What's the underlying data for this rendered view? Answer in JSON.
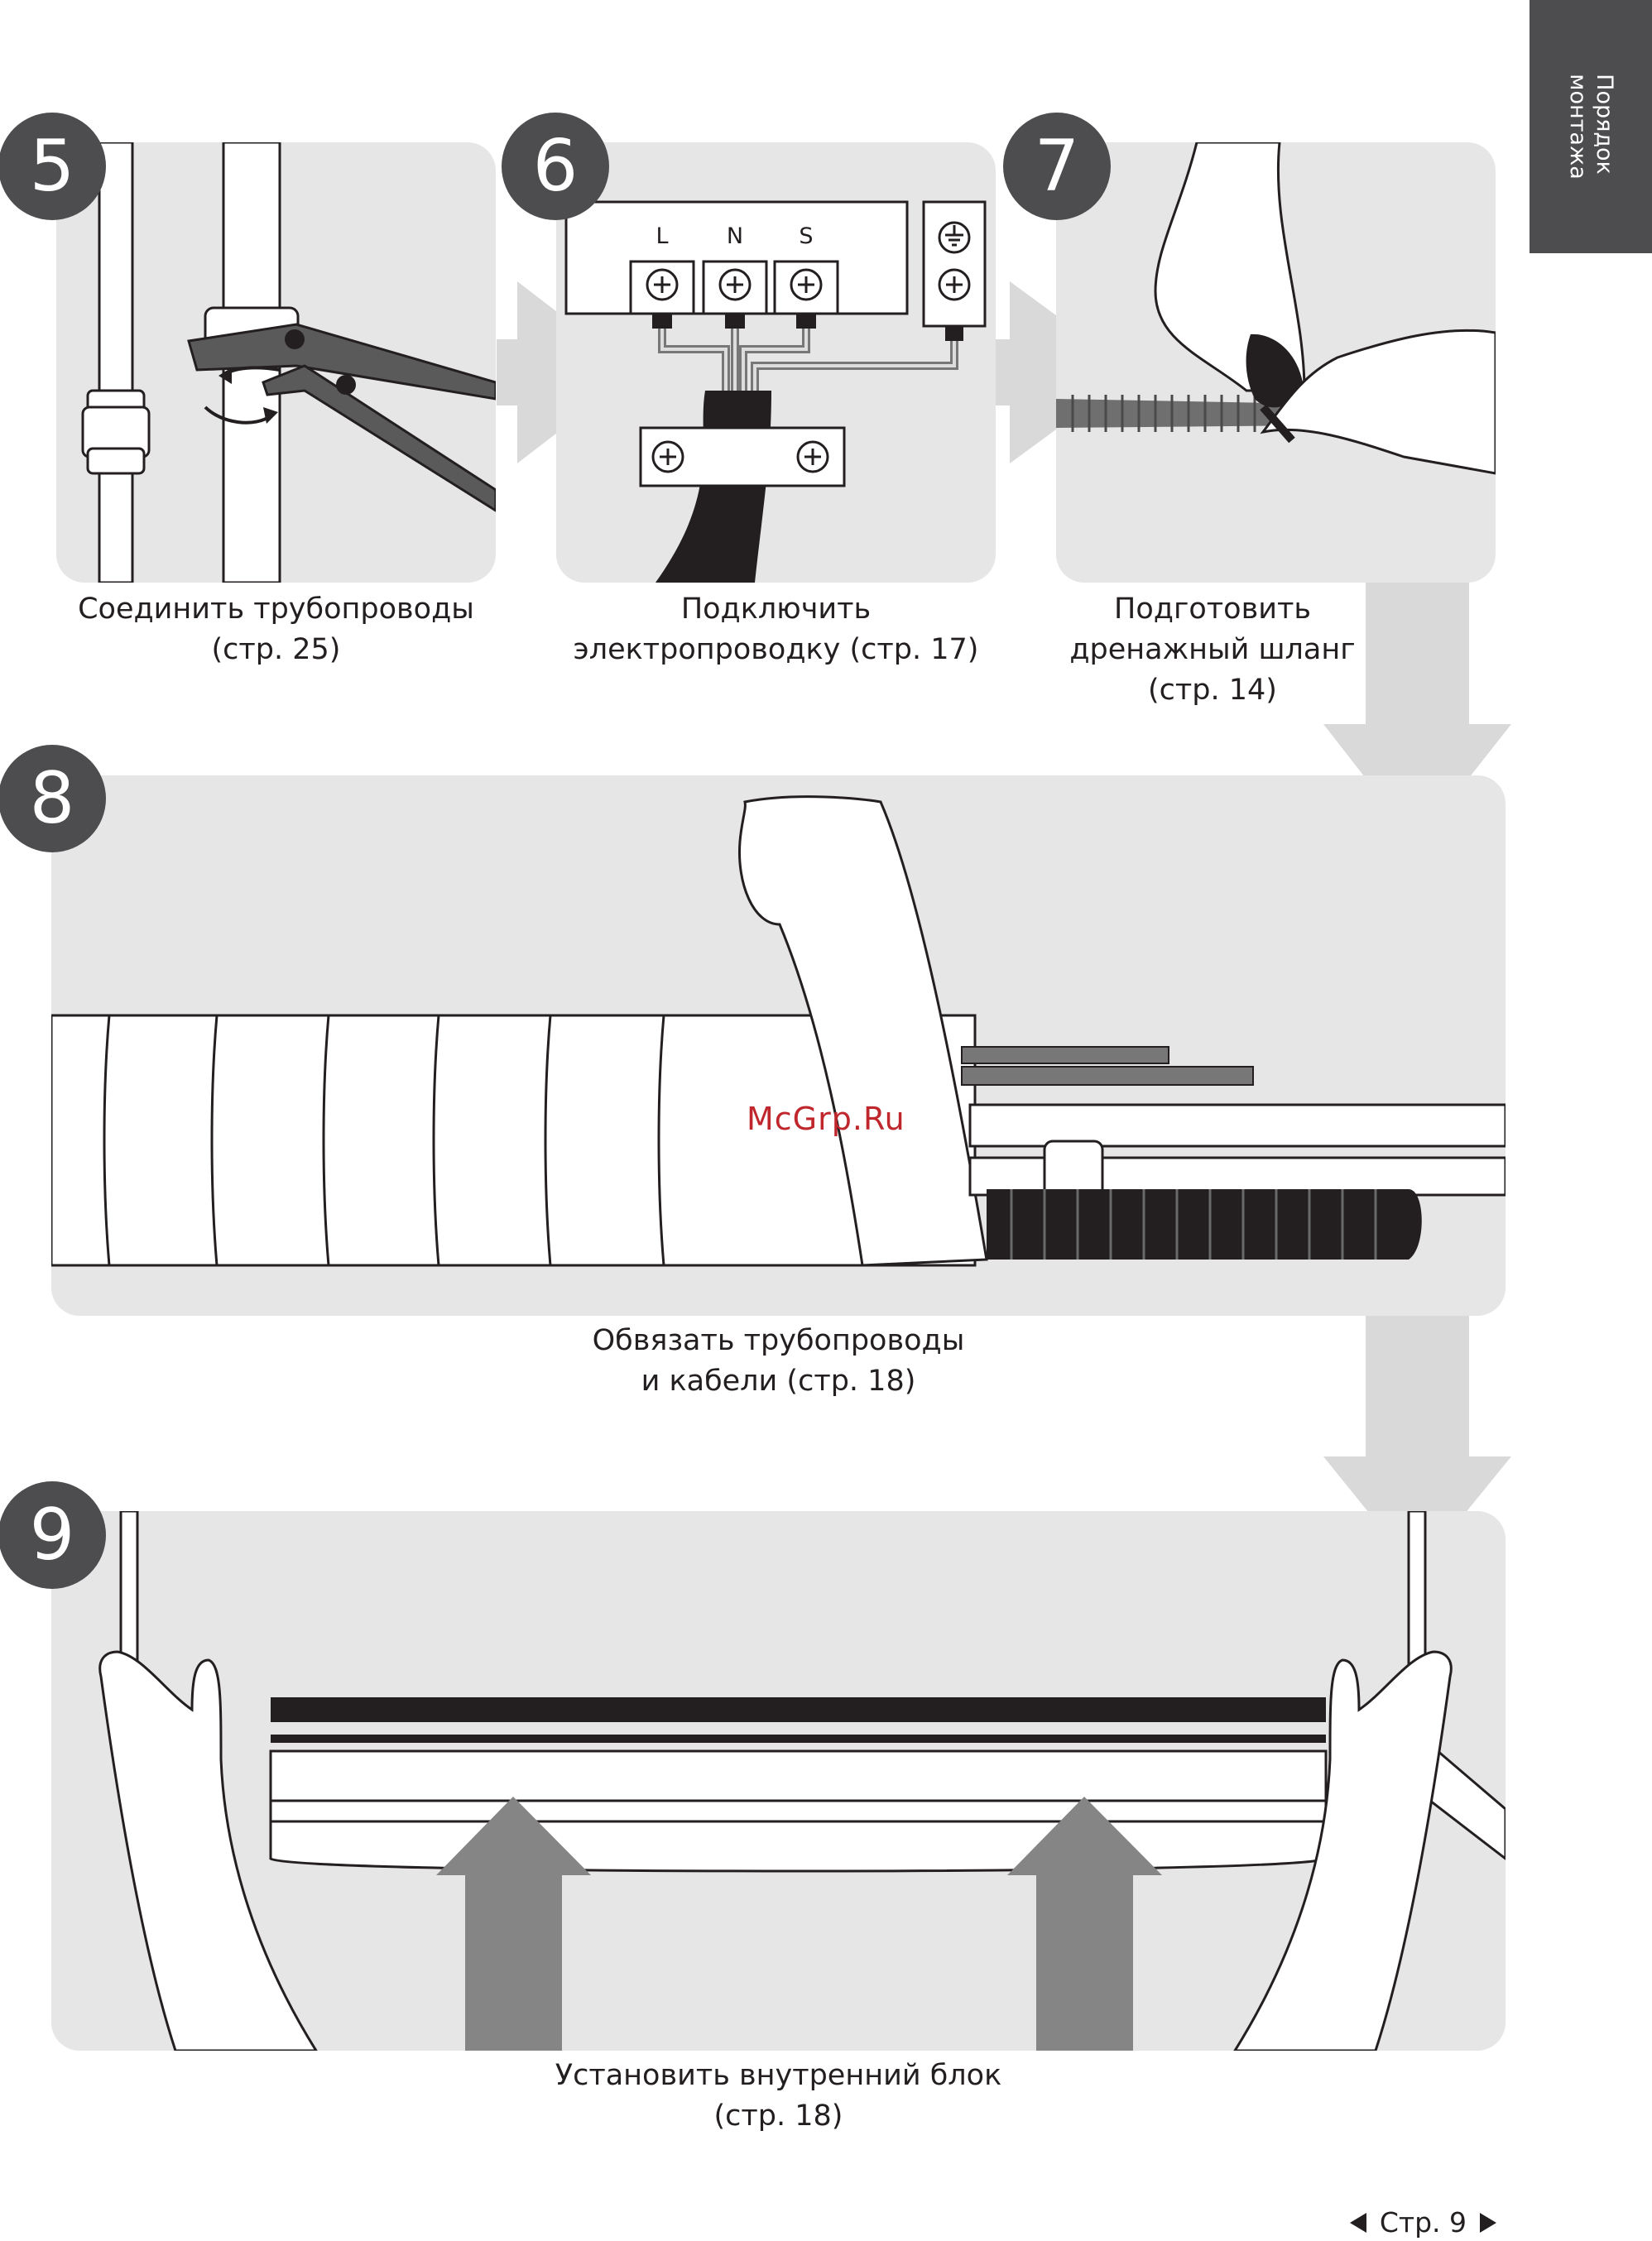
{
  "side_tab": {
    "line1": "Порядок",
    "line2": "монтажа"
  },
  "steps": [
    {
      "number": "5",
      "caption": [
        "Соединить трубопроводы",
        "(стр. 25)"
      ]
    },
    {
      "number": "6",
      "caption": [
        "Подключить",
        "электропроводку (стр. 17)"
      ]
    },
    {
      "number": "7",
      "caption": [
        "Подготовить",
        "дренажный шланг",
        "(стр. 14)"
      ]
    },
    {
      "number": "8",
      "caption": [
        "Обвязать трубопроводы",
        "и кабели (стр. 18)"
      ]
    },
    {
      "number": "9",
      "caption": [
        "Установить внутренний блок",
        "(стр. 18)"
      ]
    }
  ],
  "terminal_labels": {
    "l": "L",
    "n": "N",
    "s": "S"
  },
  "watermark": "McGrp.Ru",
  "pager": {
    "text": "Стр. 9"
  },
  "colors": {
    "panel": "#e6e6e6",
    "badge": "#4d4d4f",
    "arrow_light": "#d9d9d9",
    "arrow_dark": "#858585",
    "watermark": "#c0272d"
  }
}
